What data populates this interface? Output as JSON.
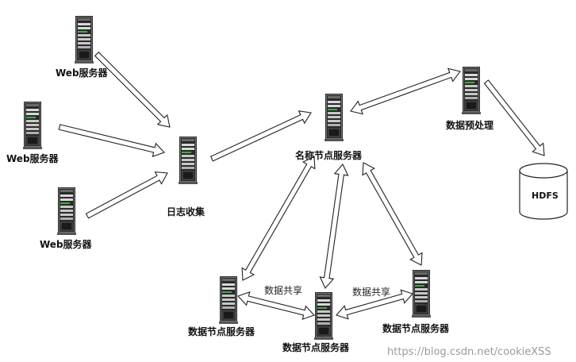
{
  "nodes": {
    "web1": {
      "label": "Web服务器",
      "icon": "server-icon"
    },
    "web2": {
      "label": "Web服务器",
      "icon": "server-icon"
    },
    "web3": {
      "label": "Web服务器",
      "icon": "server-icon"
    },
    "log_collector": {
      "label": "日志收集",
      "icon": "server-icon"
    },
    "name_node": {
      "label": "名称节点服务器",
      "icon": "server-icon"
    },
    "preprocess": {
      "label": "数据预处理",
      "icon": "server-icon"
    },
    "hdfs": {
      "label": "HDFS",
      "icon": "database-cylinder-icon"
    },
    "data_node_left": {
      "label": "数据节点服务器",
      "icon": "server-icon"
    },
    "data_node_mid": {
      "label": "数据节点服务器",
      "icon": "server-icon"
    },
    "data_node_right": {
      "label": "数据节点服务器",
      "icon": "server-icon"
    }
  },
  "edges": {
    "share_left": "数据共享",
    "share_right": "数据共享"
  },
  "watermark": "https://blog.csdn.net/cookieXSS"
}
